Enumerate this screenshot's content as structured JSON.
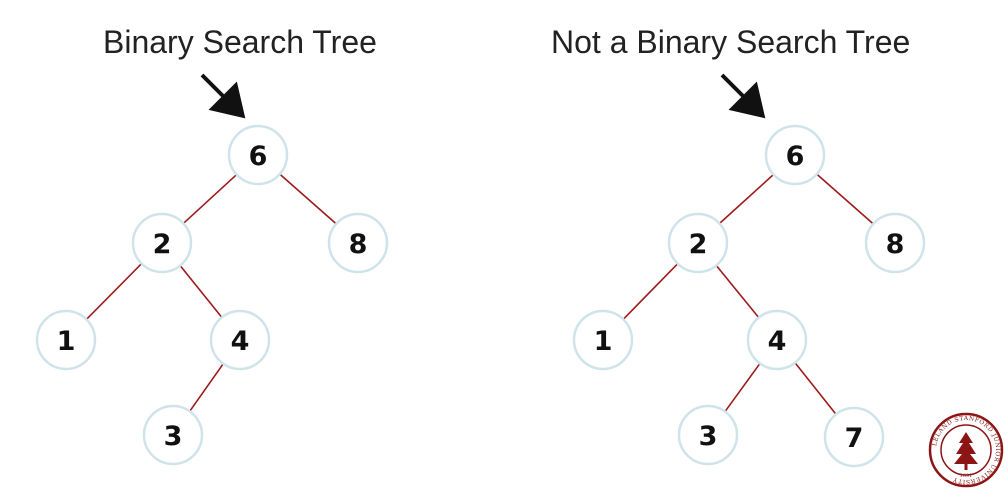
{
  "colors": {
    "node_fill": "#ffffff",
    "node_stroke": "#cfe3ea",
    "edge": "#9e1b1b",
    "arrow": "#111111",
    "title_text": "#222222",
    "seal": "#8c1515"
  },
  "trees": [
    {
      "title": "Binary Search Tree",
      "nodes": [
        {
          "id": "n6",
          "label": "6"
        },
        {
          "id": "n2",
          "label": "2"
        },
        {
          "id": "n8",
          "label": "8"
        },
        {
          "id": "n1",
          "label": "1"
        },
        {
          "id": "n4",
          "label": "4"
        },
        {
          "id": "n3",
          "label": "3"
        }
      ],
      "edges": [
        [
          "n6",
          "n2"
        ],
        [
          "n6",
          "n8"
        ],
        [
          "n2",
          "n1"
        ],
        [
          "n2",
          "n4"
        ],
        [
          "n4",
          "n3"
        ]
      ]
    },
    {
      "title": "Not a Binary Search Tree",
      "nodes": [
        {
          "id": "m6",
          "label": "6"
        },
        {
          "id": "m2",
          "label": "2"
        },
        {
          "id": "m8",
          "label": "8"
        },
        {
          "id": "m1",
          "label": "1"
        },
        {
          "id": "m4",
          "label": "4"
        },
        {
          "id": "m3",
          "label": "3"
        },
        {
          "id": "m7",
          "label": "7"
        }
      ],
      "edges": [
        [
          "m6",
          "m2"
        ],
        [
          "m6",
          "m8"
        ],
        [
          "m2",
          "m1"
        ],
        [
          "m2",
          "m4"
        ],
        [
          "m4",
          "m3"
        ],
        [
          "m4",
          "m7"
        ]
      ]
    }
  ],
  "seal": {
    "name": "stanford-university-seal-icon",
    "text": "LELAND STANFORD JUNIOR UNIVERSITY",
    "year": "1891"
  }
}
